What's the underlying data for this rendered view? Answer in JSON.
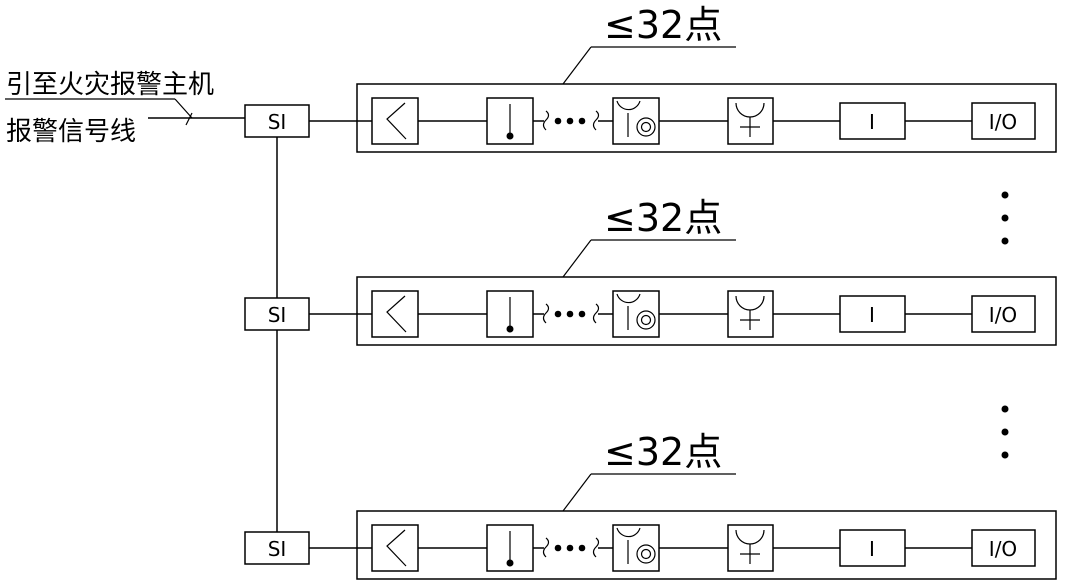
{
  "diagram": {
    "title_line1": "引至火灾报警主机",
    "title_line2": "报警信号线",
    "loops": [
      {
        "isolator_label": "SI",
        "capacity_label": "≤32点",
        "devices": [
          {
            "type": "smoke-detector-icon",
            "label": ""
          },
          {
            "type": "heat-detector-icon",
            "label": ""
          },
          {
            "type": "sounder-strobe-icon",
            "label": ""
          },
          {
            "type": "manual-call-point-icon",
            "label": ""
          },
          {
            "type": "input-module",
            "label": "I"
          },
          {
            "type": "io-module",
            "label": "I/O"
          }
        ]
      },
      {
        "isolator_label": "SI",
        "capacity_label": "≤32点",
        "devices": [
          {
            "type": "smoke-detector-icon",
            "label": ""
          },
          {
            "type": "heat-detector-icon",
            "label": ""
          },
          {
            "type": "sounder-strobe-icon",
            "label": ""
          },
          {
            "type": "manual-call-point-icon",
            "label": ""
          },
          {
            "type": "input-module",
            "label": "I"
          },
          {
            "type": "io-module",
            "label": "I/O"
          }
        ]
      },
      {
        "isolator_label": "SI",
        "capacity_label": "≤32点",
        "devices": [
          {
            "type": "smoke-detector-icon",
            "label": ""
          },
          {
            "type": "heat-detector-icon",
            "label": ""
          },
          {
            "type": "sounder-strobe-icon",
            "label": ""
          },
          {
            "type": "manual-call-point-icon",
            "label": ""
          },
          {
            "type": "input-module",
            "label": "I"
          },
          {
            "type": "io-module",
            "label": "I/O"
          }
        ]
      }
    ],
    "continuation_marks": [
      "⋮",
      "⋮"
    ]
  }
}
